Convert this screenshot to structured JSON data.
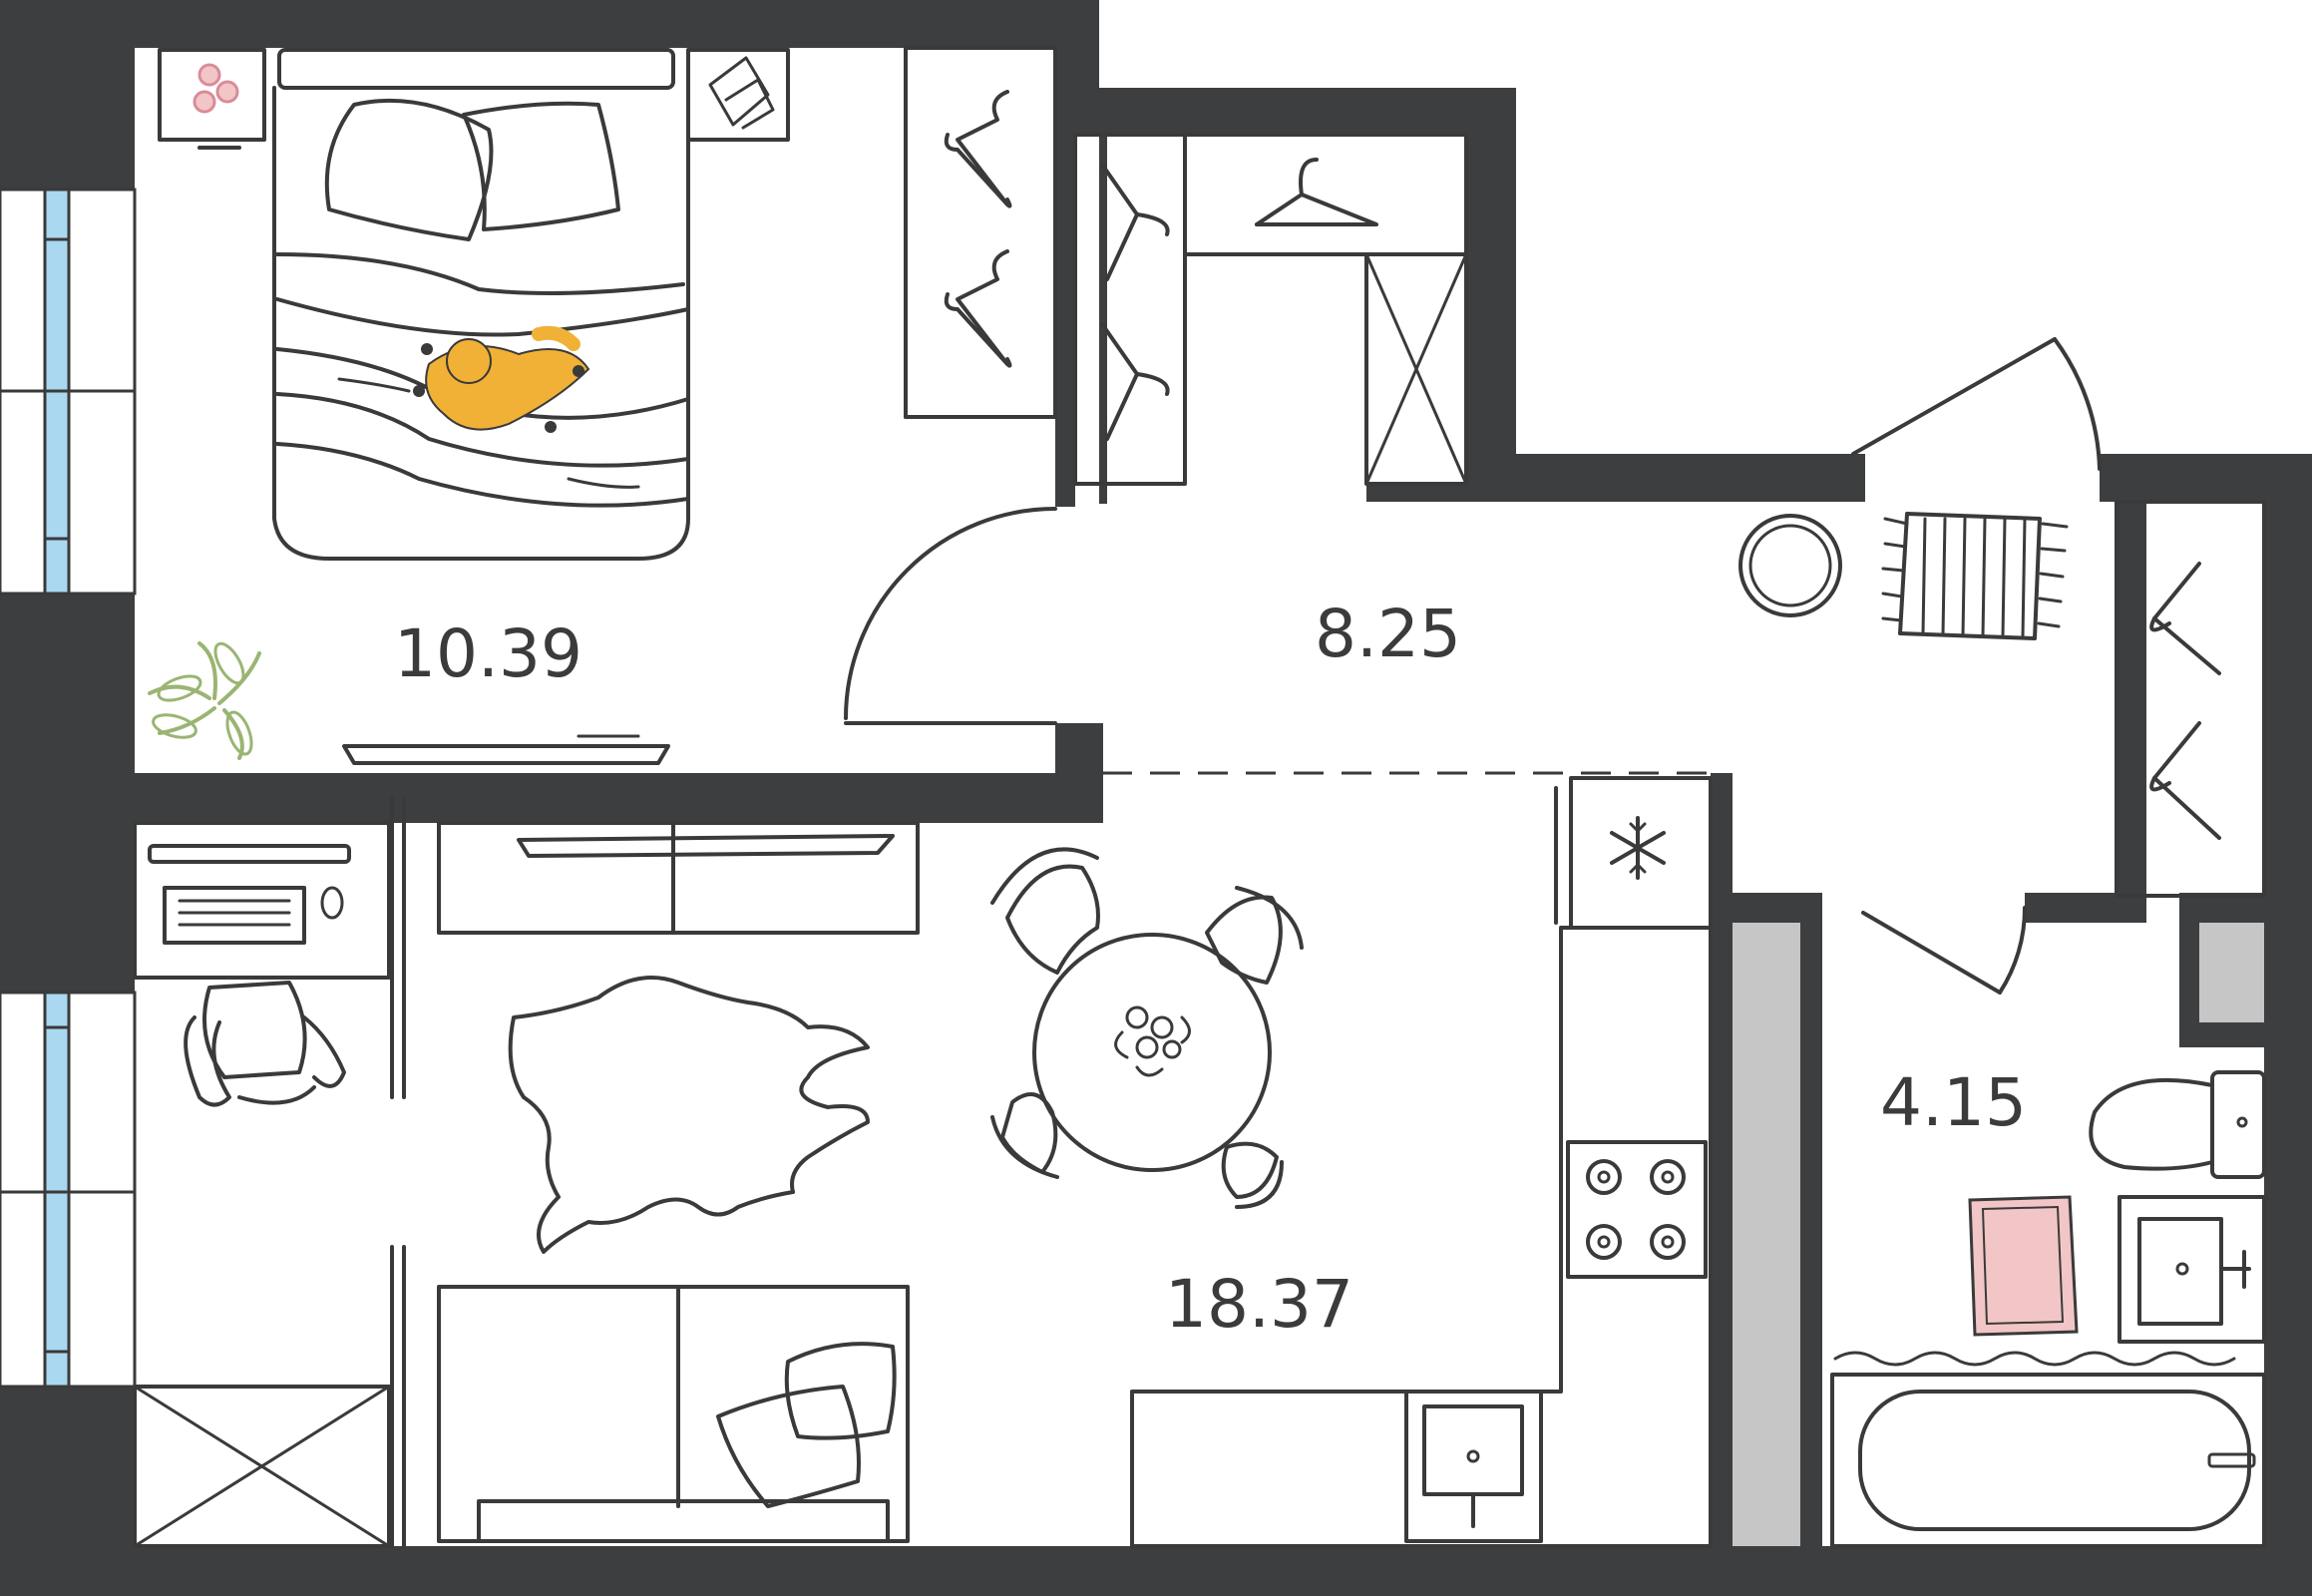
{
  "rooms": [
    {
      "id": "bedroom",
      "area": "10.39"
    },
    {
      "id": "hallway",
      "area": "8.25"
    },
    {
      "id": "living_kitchen",
      "area": "18.37"
    },
    {
      "id": "bathroom",
      "area": "4.15"
    }
  ],
  "colors": {
    "wall": "#3d3e40",
    "window_glass": "#a9d8f0",
    "shaft": "#c6c6c6",
    "cat": "#f0b136",
    "bath_mat": "#f2c6c6",
    "plant": "#9ab572",
    "flower": "#d98c98"
  },
  "icons": [
    "snowflake-icon",
    "hanger-icon",
    "cat-icon",
    "plant-icon",
    "flower-icon"
  ]
}
